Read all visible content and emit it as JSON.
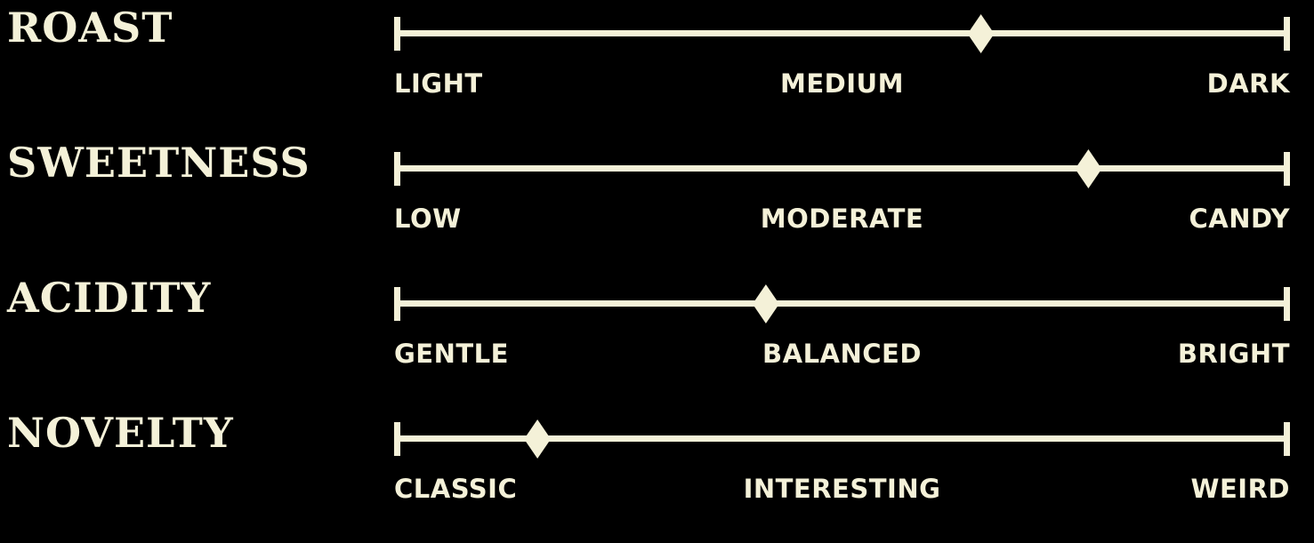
{
  "colors": {
    "background": "#000000",
    "foreground": "#f4f1d8"
  },
  "chart_data": {
    "type": "scatter",
    "title": "",
    "xlim": [
      0,
      100
    ],
    "grid": false,
    "legend": false,
    "marker_shape": "diamond",
    "series": [
      {
        "name": "ROAST",
        "tick_labels": [
          "LIGHT",
          "MEDIUM",
          "DARK"
        ],
        "value_pct": 65.5
      },
      {
        "name": "SWEETNESS",
        "tick_labels": [
          "LOW",
          "MODERATE",
          "CANDY"
        ],
        "value_pct": 77.5
      },
      {
        "name": "ACIDITY",
        "tick_labels": [
          "GENTLE",
          "BALANCED",
          "BRIGHT"
        ],
        "value_pct": 41.5
      },
      {
        "name": "NOVELTY",
        "tick_labels": [
          "CLASSIC",
          "INTERESTING",
          "WEIRD"
        ],
        "value_pct": 16
      }
    ]
  }
}
